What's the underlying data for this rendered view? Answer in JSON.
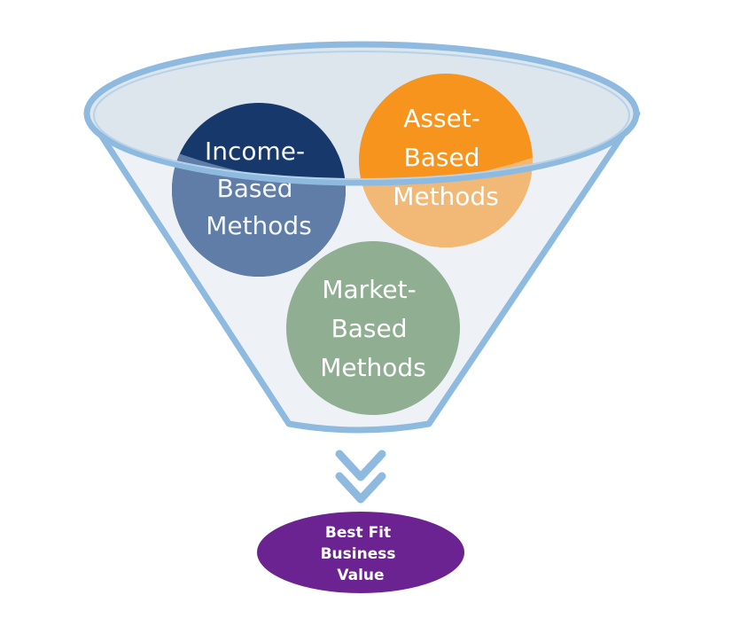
{
  "funnel": {
    "circles": [
      {
        "id": "income",
        "lines": [
          "Income-",
          "Based",
          "Methods"
        ],
        "color": "#17386b",
        "text_color": "#f4f6fa"
      },
      {
        "id": "asset",
        "lines": [
          "Asset-",
          "Based",
          "Methods"
        ],
        "color": "#f7941d",
        "text_color": "#ffffff"
      },
      {
        "id": "market",
        "lines": [
          "Market-",
          "Based",
          "Methods"
        ],
        "color": "#8fae92",
        "text_color": "#ffffff"
      }
    ],
    "rim_color": "#8ebae0",
    "body_color": "#e7edf3"
  },
  "arrow": {
    "color": "#8ebae0"
  },
  "result": {
    "lines": [
      "Best Fit",
      "Business",
      "Value"
    ],
    "color": "#6a2390",
    "text_color": "#ffffff"
  }
}
